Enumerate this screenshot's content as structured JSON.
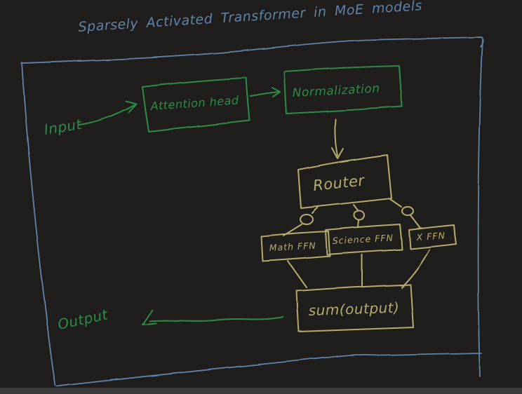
{
  "title": "Sparsely Activated Transformer in MoE models",
  "labels": {
    "input": "Input",
    "output": "Output"
  },
  "nodes": {
    "attention_head": "Attention head",
    "normalization": "Normalization",
    "router": "Router",
    "math_ffn": "Math FFN",
    "science_ffn": "Science FFN",
    "x_ffn": "X FFN",
    "sum_output": "sum(output)"
  },
  "colors": {
    "background": "#1f1e1d",
    "bottom_bar": "#3b3b3b",
    "ink_blue": "#5e83a9",
    "ink_green": "#2e8b47",
    "ink_khaki": "#b4ac6c"
  }
}
